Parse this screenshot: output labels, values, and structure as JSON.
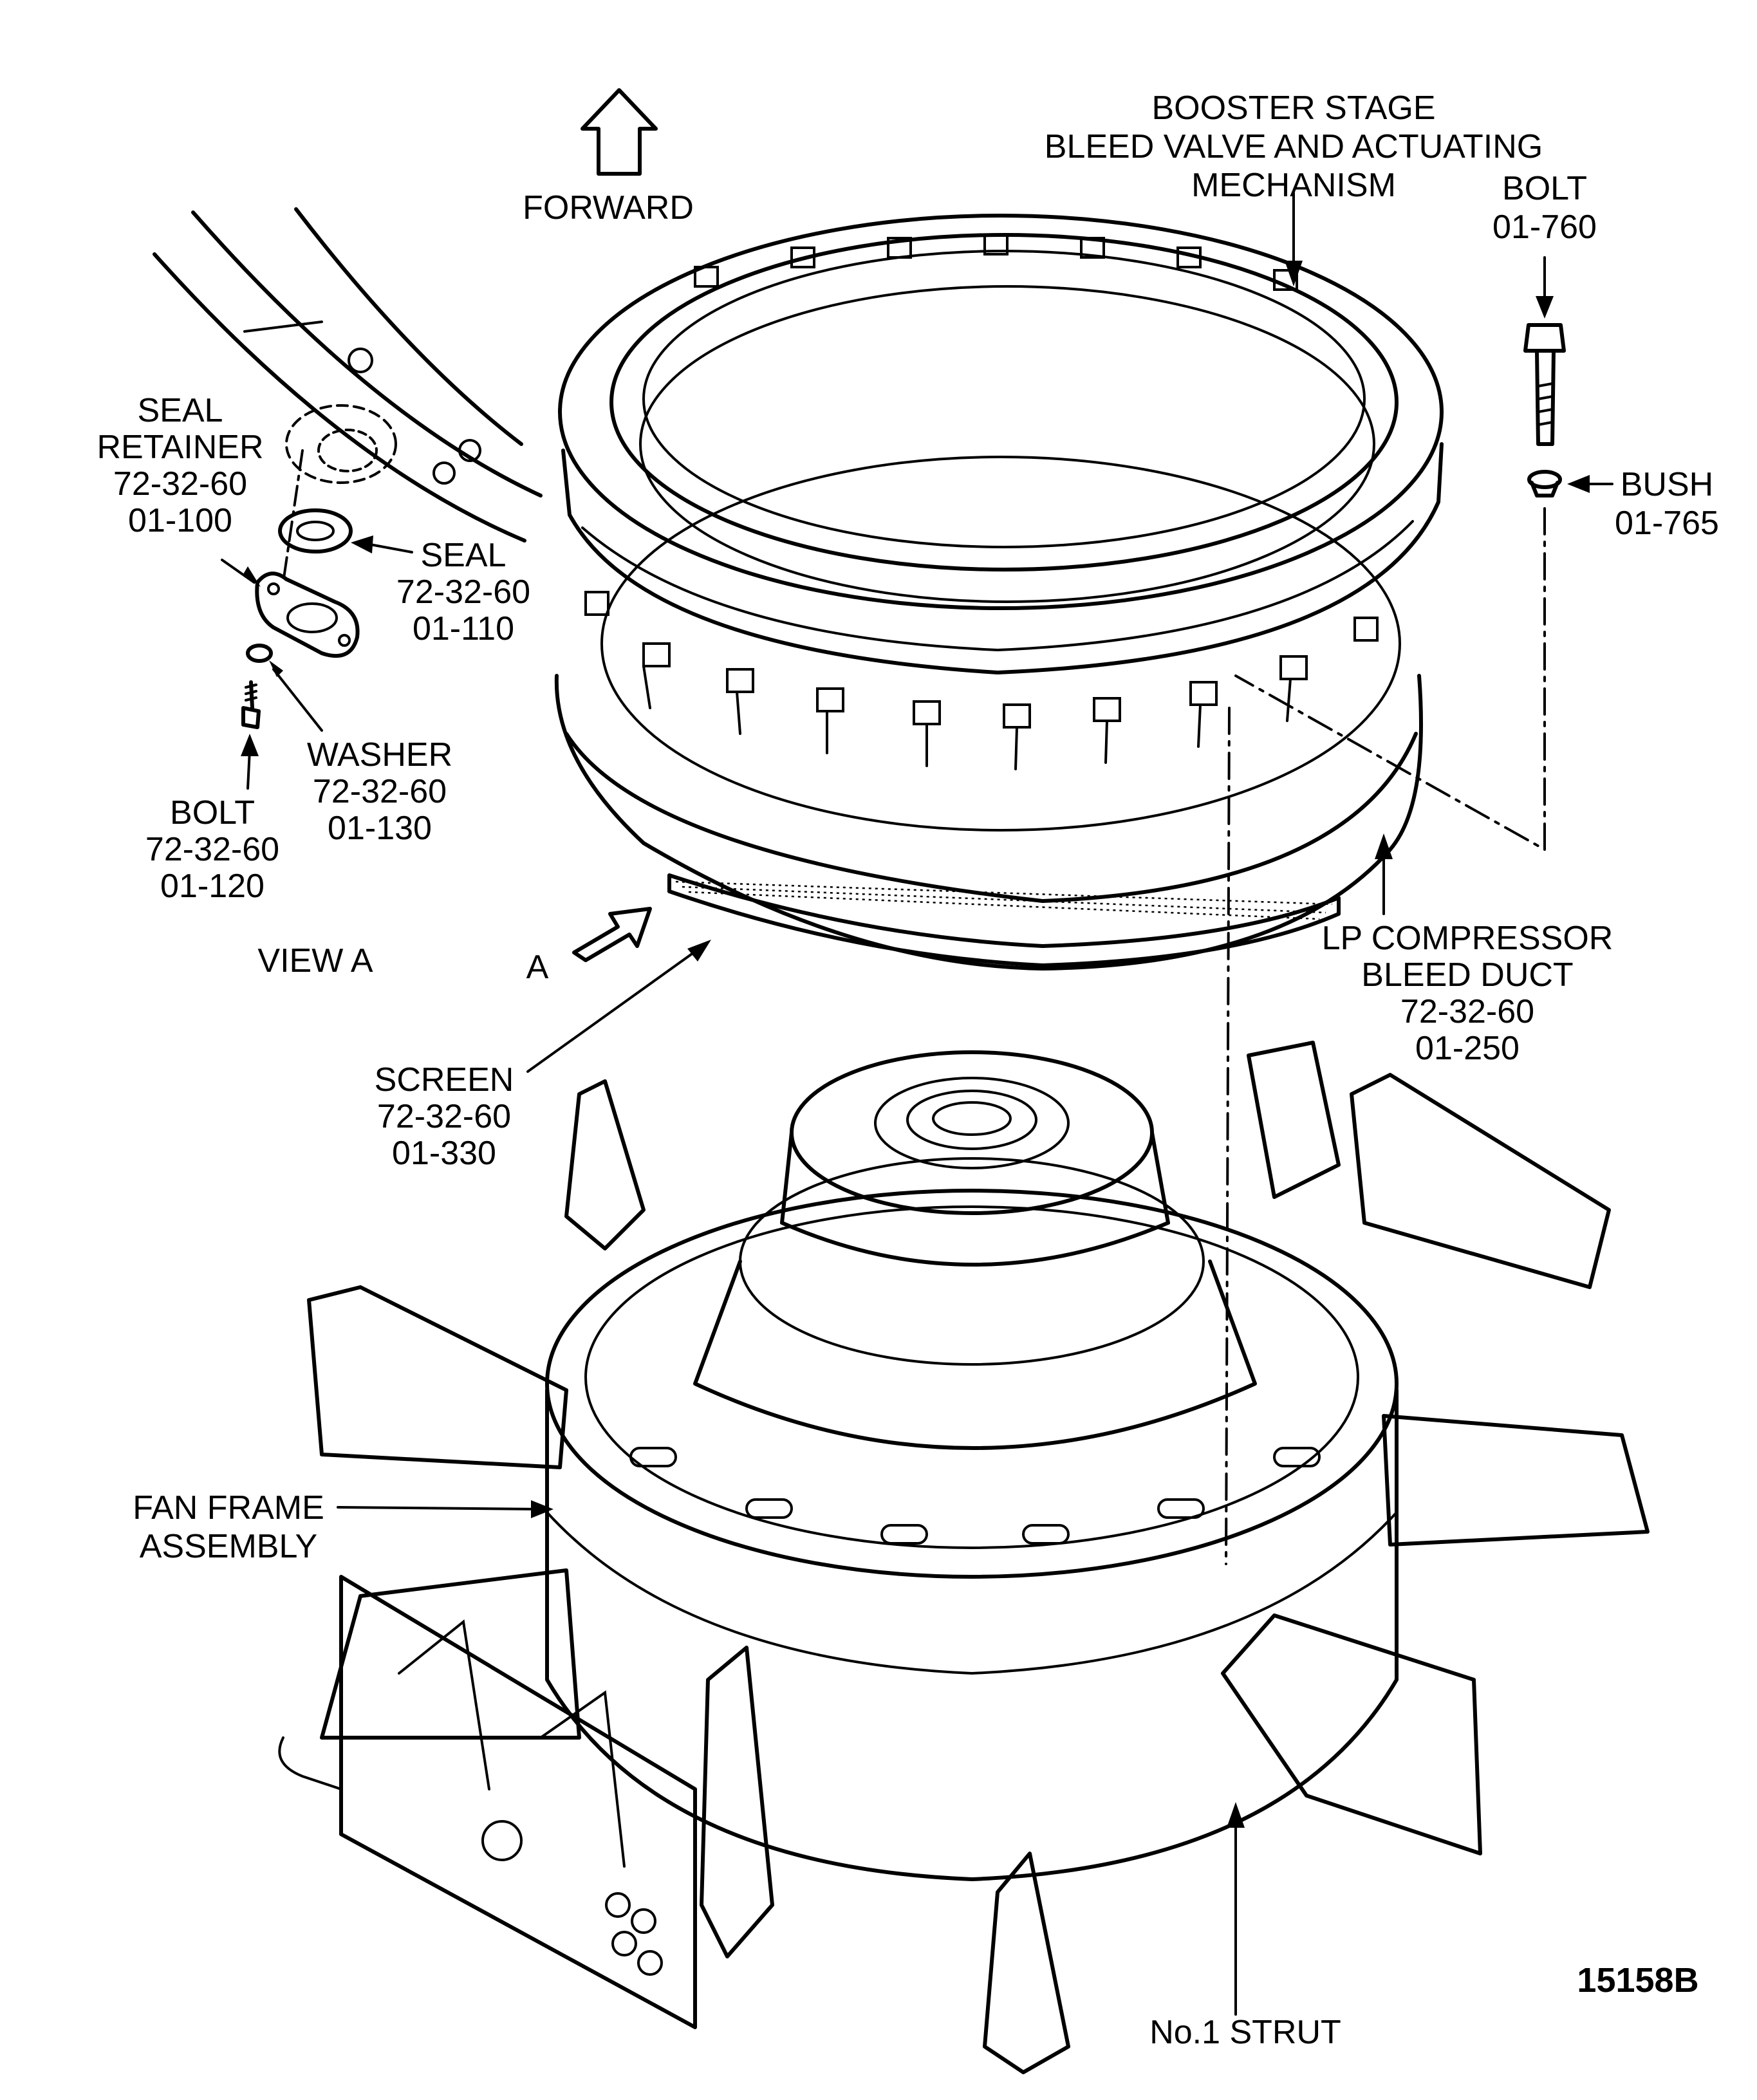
{
  "labels": {
    "booster_1": "BOOSTER STAGE",
    "booster_2": "BLEED VALVE AND ACTUATING",
    "booster_3": "MECHANISM",
    "forward": "FORWARD",
    "bolt_top_1": "BOLT",
    "bolt_top_2": "01-760",
    "bush_1": "BUSH",
    "bush_2": "01-765",
    "seal_ret_1": "SEAL",
    "seal_ret_2": "RETAINER",
    "seal_ret_3": "72-32-60",
    "seal_ret_4": "01-100",
    "seal_1": "SEAL",
    "seal_2": "72-32-60",
    "seal_3": "01-110",
    "washer_1": "WASHER",
    "washer_2": "72-32-60",
    "washer_3": "01-130",
    "bolt_left_1": "BOLT",
    "bolt_left_2": "72-32-60",
    "bolt_left_3": "01-120",
    "view_a": "VIEW  A",
    "a": "A",
    "lp_1": "LP COMPRESSOR",
    "lp_2": "BLEED DUCT",
    "lp_3": "72-32-60",
    "lp_4": "01-250",
    "screen_1": "SCREEN",
    "screen_2": "72-32-60",
    "screen_3": "01-330",
    "fan_1": "FAN FRAME",
    "fan_2": "ASSEMBLY",
    "strut": "No.1  STRUT",
    "figure_number": "15158B"
  }
}
